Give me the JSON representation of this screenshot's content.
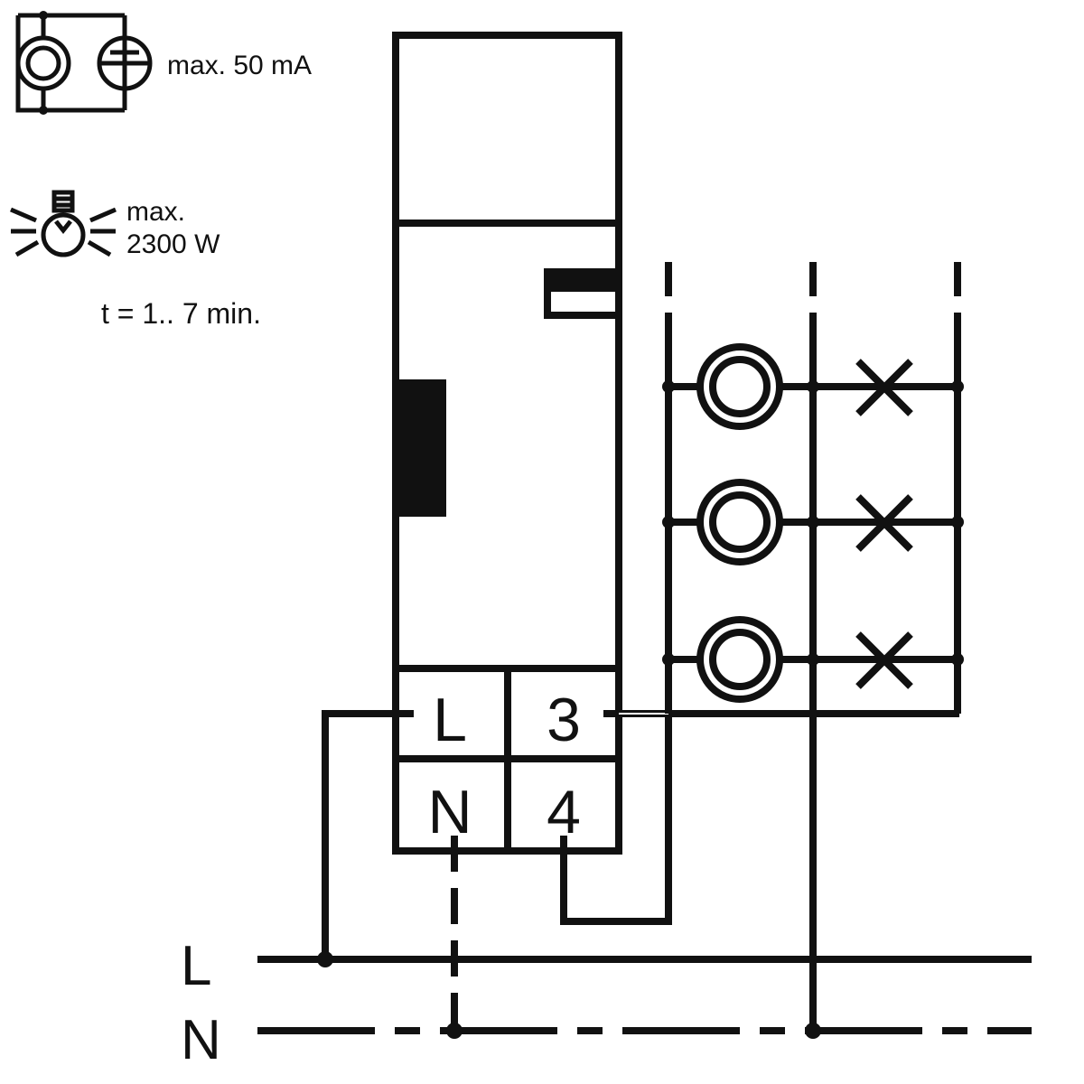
{
  "legend": {
    "glow_lamp_max": "max. 50 mA",
    "bulb_max_line1": "max.",
    "bulb_max_line2": "2300 W",
    "time_range": "t = 1.. 7 min."
  },
  "terminals": {
    "top_left": "L",
    "top_right": "3",
    "bottom_left": "N",
    "bottom_right": "4"
  },
  "bus": {
    "line": "L",
    "neutral": "N"
  },
  "icons": [
    "glow-lamp-icon",
    "neon-lamp-icon",
    "light-bulb-icon",
    "push-button-icon",
    "lamp-load-icon"
  ]
}
